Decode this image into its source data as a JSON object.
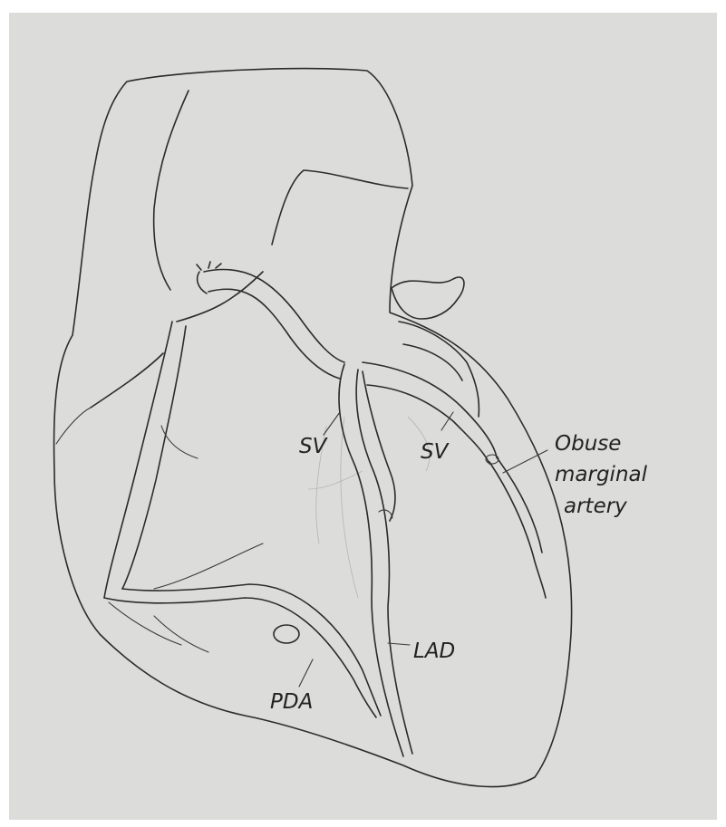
{
  "diagram": {
    "labels": {
      "sv_left": "SV",
      "sv_right": "SV",
      "obtuse_line1": "Obuse",
      "obtuse_line2": "marginal",
      "obtuse_line3": "artery",
      "lad": "LAD",
      "pda": "PDA"
    },
    "colors": {
      "paper": "#dcdcda",
      "ink": "#2b2b2b"
    }
  }
}
